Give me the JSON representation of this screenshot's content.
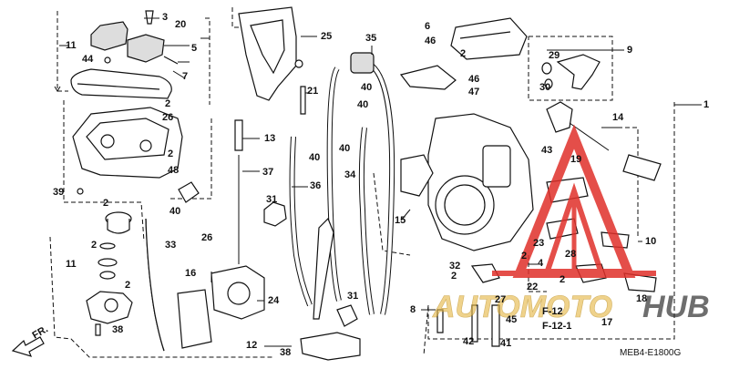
{
  "diagram": {
    "code": "MEB4-E1800G",
    "watermark": {
      "part1": "AUTOMOTO",
      "part2": "HUB"
    },
    "fr_label": "FR.",
    "colors": {
      "ink": "#111111",
      "watermark_red": "#e0302a",
      "watermark_dark": "#2b2b2b",
      "watermark_gold": "#e6b84a"
    },
    "labels": [
      "1",
      "2",
      "3",
      "4",
      "5",
      "6",
      "7",
      "8",
      "9",
      "10",
      "11",
      "12",
      "13",
      "14",
      "15",
      "16",
      "17",
      "18",
      "19",
      "20",
      "21",
      "22",
      "23",
      "24",
      "25",
      "26",
      "27",
      "28",
      "29",
      "30",
      "31",
      "32",
      "33",
      "34",
      "35",
      "36",
      "37",
      "38",
      "39",
      "40",
      "41",
      "42",
      "43",
      "44",
      "45",
      "46",
      "47",
      "48"
    ],
    "refs": [
      "F-12",
      "F-12-1"
    ]
  }
}
